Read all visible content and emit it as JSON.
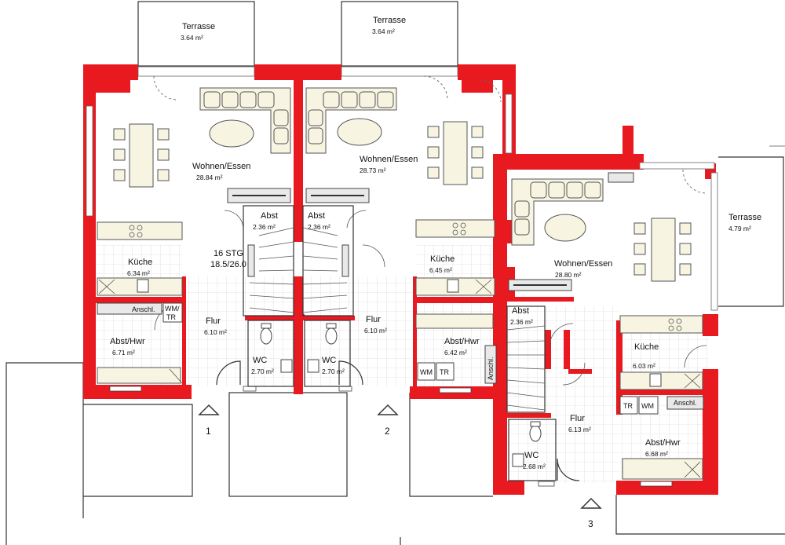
{
  "plan": {
    "colors": {
      "wall": "#e8191f",
      "furniture": "#f7f4e2",
      "floor_grid": "#cfcfcf"
    },
    "units": [
      {
        "entrance_number": "1",
        "rooms": {
          "terrasse": {
            "name": "Terrasse",
            "area": "3.64 m²"
          },
          "wohnen": {
            "name": "Wohnen/Essen",
            "area": "28.84 m²"
          },
          "abst": {
            "name": "Abst",
            "area": "2.36 m²"
          },
          "kueche": {
            "name": "Küche",
            "area": "6.34 m²"
          },
          "flur": {
            "name": "Flur",
            "area": "6.10 m²"
          },
          "wc": {
            "name": "WC",
            "area": "2.70 m²"
          },
          "hwr": {
            "name": "Abst/Hwr",
            "area": "6.71 m²"
          }
        },
        "stair": {
          "steps": "16 STG",
          "ratio": "18.5/26.0"
        },
        "fixtures": {
          "anschl": "Anschl.",
          "wm_tr": [
            "WM/",
            "TR"
          ]
        }
      },
      {
        "entrance_number": "2",
        "rooms": {
          "terrasse": {
            "name": "Terrasse",
            "area": "3.64 m²"
          },
          "wohnen": {
            "name": "Wohnen/Essen",
            "area": "28.73 m²"
          },
          "abst": {
            "name": "Abst",
            "area": "2.36 m²"
          },
          "kueche": {
            "name": "Küche",
            "area": "6.45 m²"
          },
          "flur": {
            "name": "Flur",
            "area": "6.10 m²"
          },
          "wc": {
            "name": "WC",
            "area": "2.70 m²"
          },
          "hwr": {
            "name": "Abst/Hwr",
            "area": "6.42 m²"
          }
        },
        "fixtures": {
          "anschl": "Anschl.",
          "wm": "WM",
          "tr": "TR"
        }
      },
      {
        "entrance_number": "3",
        "rooms": {
          "terrasse": {
            "name": "Terrasse",
            "area": "4.79 m²"
          },
          "wohnen": {
            "name": "Wohnen/Essen",
            "area": "28.80 m²"
          },
          "abst": {
            "name": "Abst",
            "area": "2.36 m²"
          },
          "kueche": {
            "name": "Küche",
            "area": "6.03 m²"
          },
          "flur": {
            "name": "Flur",
            "area": "6.13 m²"
          },
          "wc": {
            "name": "WC",
            "area": "2.68 m²"
          },
          "hwr": {
            "name": "Abst/Hwr",
            "area": "6.68 m²"
          }
        },
        "fixtures": {
          "anschl": "Anschl.",
          "wm": "WM",
          "tr": "TR"
        }
      }
    ]
  }
}
